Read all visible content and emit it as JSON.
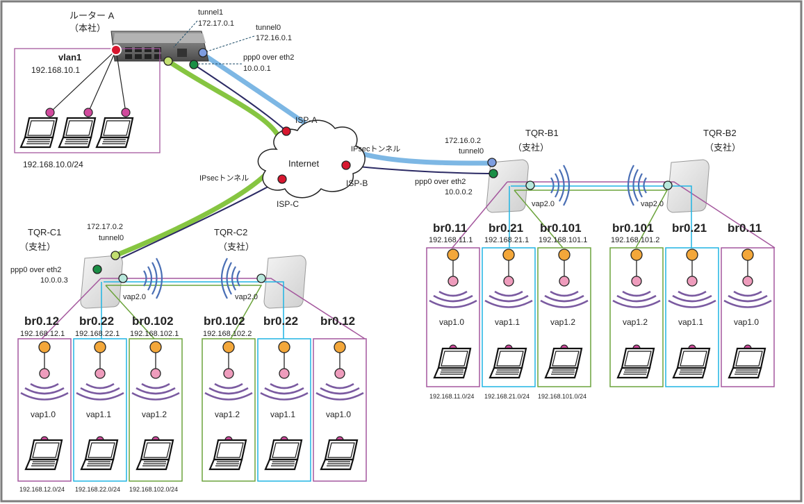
{
  "router_a": {
    "title": "ルーター A",
    "subtitle": "（本社）",
    "vlan": "vlan1",
    "vlan_ip": "192.168.10.1",
    "lan_subnet": "192.168.10.0/24",
    "tunnel1_label": "tunnel1",
    "tunnel1_ip": "172.17.0.1",
    "tunnel0_label": "tunnel0",
    "tunnel0_ip": "172.16.0.1",
    "ppp_label": "ppp0 over eth2",
    "ppp_ip": "10.0.0.1"
  },
  "internet": {
    "cloud_label": "Internet",
    "isp_a": "ISP-A",
    "isp_b": "ISP-B",
    "isp_c": "ISP-C",
    "tunnel_label_b": "IPsecトンネル",
    "tunnel_label_c": "IPsecトンネル"
  },
  "tqr_b1": {
    "title": "TQR-B1",
    "subtitle": "（支社）",
    "tunnel_ip": "172.16.0.2",
    "tunnel_label": "tunnel0",
    "ppp_label": "ppp0 over eth2",
    "ppp_ip": "10.0.0.2",
    "vap": "vap2.0"
  },
  "tqr_b2": {
    "title": "TQR-B2",
    "subtitle": "（支社）",
    "vap": "vap2.0"
  },
  "tqr_c1": {
    "title": "TQR-C1",
    "subtitle": "（支社）",
    "tunnel_ip": "172.17.0.2",
    "tunnel_label": "tunnel0",
    "ppp_label": "ppp0 over eth2",
    "ppp_ip": "10.0.0.3",
    "vap": "vap2.0"
  },
  "tqr_c2": {
    "title": "TQR-C2",
    "subtitle": "（支社）",
    "vap": "vap2.0"
  },
  "b_site": {
    "bridges": [
      {
        "name": "br0.11",
        "ip": "192.168.11.1",
        "vap": "vap1.0",
        "subnet": "192.168.11.0/24"
      },
      {
        "name": "br0.21",
        "ip": "192.168.21.1",
        "vap": "vap1.1",
        "subnet": "192.168.21.0/24"
      },
      {
        "name": "br0.101",
        "ip": "192.168.101.1",
        "vap": "vap1.2",
        "subnet": "192.168.101.0/24"
      },
      {
        "name": "br0.101",
        "ip": "192.168.101.2",
        "vap": "vap1.2"
      },
      {
        "name": "br0.21",
        "vap": "vap1.1"
      },
      {
        "name": "br0.11",
        "vap": "vap1.0"
      }
    ]
  },
  "c_site": {
    "bridges": [
      {
        "name": "br0.12",
        "ip": "192.168.12.1",
        "vap": "vap1.0",
        "subnet": "192.168.12.0/24"
      },
      {
        "name": "br0.22",
        "ip": "192.168.22.1",
        "vap": "vap1.1",
        "subnet": "192.168.22.0/24"
      },
      {
        "name": "br0.102",
        "ip": "192.168.102.1",
        "vap": "vap1.2",
        "subnet": "192.168.102.0/24"
      },
      {
        "name": "br0.102",
        "ip": "192.168.102.2",
        "vap": "vap1.2"
      },
      {
        "name": "br0.22",
        "vap": "vap1.1"
      },
      {
        "name": "br0.12",
        "vap": "vap1.0"
      }
    ]
  },
  "colors": {
    "purple": "#a4579d",
    "blue": "#1fb4e3",
    "green": "#6ba33b",
    "tunnel_blue": "#7db7e4",
    "tunnel_green": "#86c541",
    "navy": "#2b2a64",
    "isp_red": "#d7172f",
    "orange": "#f3a73a",
    "pink": "#ee9cbc",
    "magenta": "#d14a9d",
    "wave": "#7a5aa0",
    "radio": "#4a6fb5"
  }
}
